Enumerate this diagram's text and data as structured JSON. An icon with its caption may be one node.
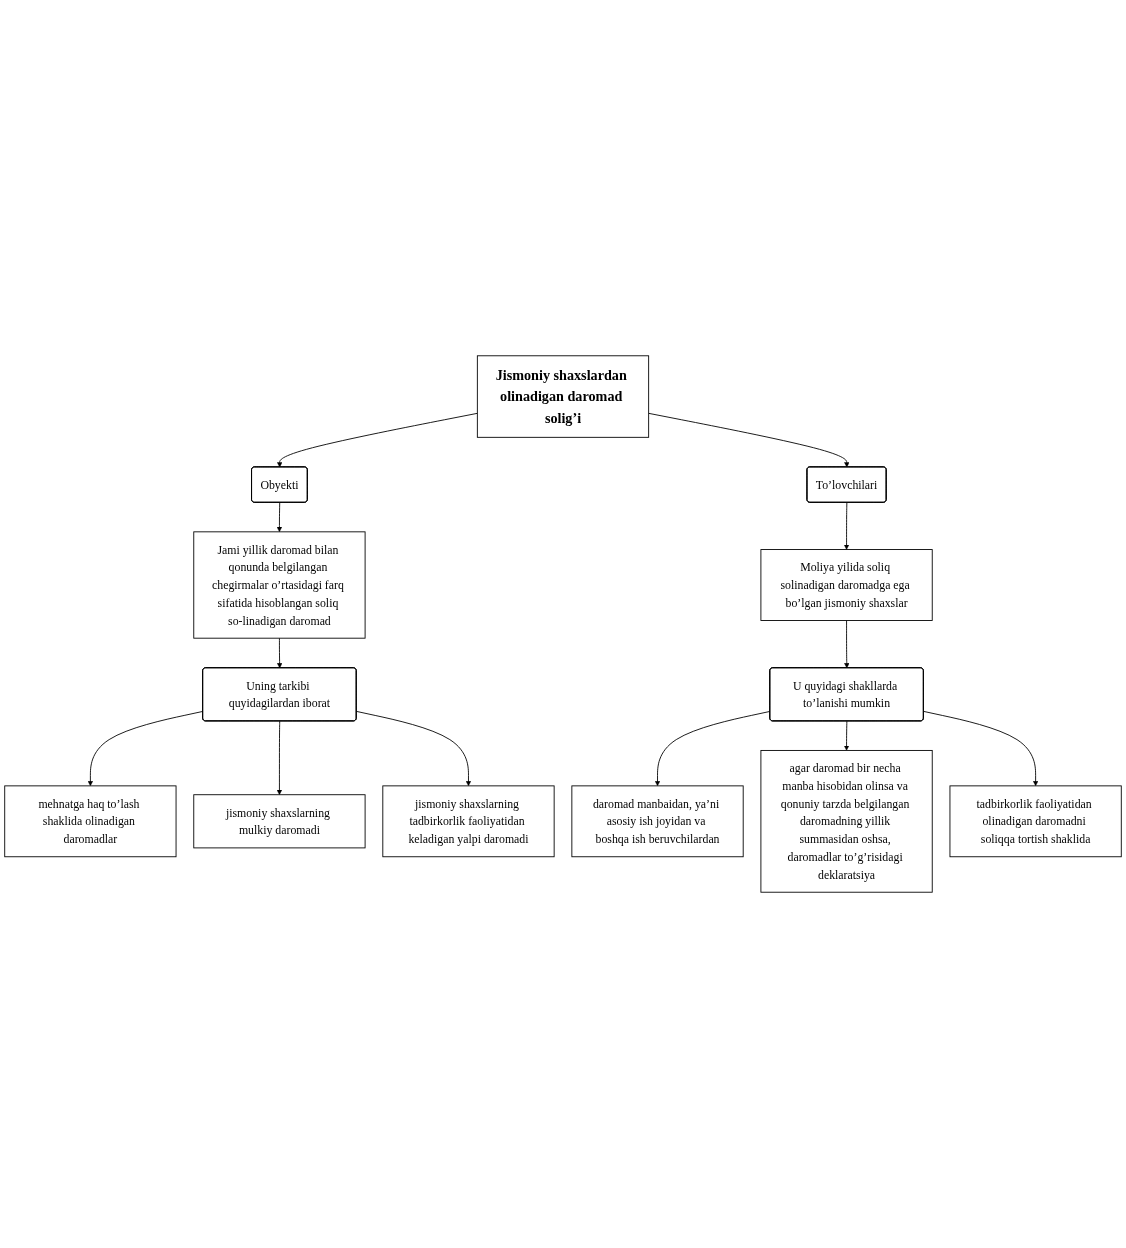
{
  "diagram": {
    "nodes": [
      {
        "text": [
          "Jismoniy shaxslardan olinadigan daromad solig’i"
        ]
      },
      {
        "text": [
          "Obyekti"
        ]
      },
      {
        "text": [
          "To’lovchilari"
        ]
      },
      {
        "text": [
          "Jami yillik daromad bilan qonunda belgilangan chegirmalar o’rtasidagi farq sifatida hisoblangan soliq so-linadigan daromad"
        ]
      },
      {
        "text": [
          "Moliya yilida soliq solinadigan daromadga ega bo’lgan jismoniy shaxslar"
        ]
      },
      {
        "text": [
          "Uning tarkibi quyidagilardan iborat"
        ]
      },
      {
        "text": [
          "U quyidagi shakllarda to’lanishi mumkin"
        ]
      },
      {
        "text": [
          "mehnatga haq to’lash shaklida olinadigan daromadlar"
        ]
      },
      {
        "text": [
          "daromad manbaidan, ya’ni asosiy ish joyidan va boshqa ish beruvchilardan"
        ]
      },
      {
        "text": [
          "jismoniy shaxslarning mulkiy daromadi"
        ]
      },
      {
        "text": [
          "agar daromad bir necha manba hisobidan olinsa va qonuniy tarzda belgilangan daromadning yillik summasidan oshsa, daromadlar to’g’risidagi deklaratsiya"
        ]
      },
      {
        "text": [
          "jismoniy shaxslarning tadbirkorlik faoliyatidan keladigan yalpi daromadi"
        ]
      },
      {
        "text": [
          "tadbirkorlik faoliyatidan olinadigan daromadni soliqqa tortish shaklida"
        ]
      }
    ],
    "edges": [
      {
        "from": 0,
        "to": 1,
        "arrow": "to"
      },
      {
        "from": 0,
        "to": 2,
        "arrow": "to"
      },
      {
        "from": 1,
        "to": 3,
        "arrow": "to"
      },
      {
        "from": 2,
        "to": 4,
        "arrow": "to"
      },
      {
        "from": 3,
        "to": 5,
        "arrow": "to"
      },
      {
        "from": 4,
        "to": 6,
        "arrow": "to"
      },
      {
        "from": 5,
        "to": 7,
        "arrow": "to"
      },
      {
        "from": 5,
        "to": 9,
        "arrow": "to"
      },
      {
        "from": 5,
        "to": 11,
        "arrow": "to"
      },
      {
        "from": 6,
        "to": 8,
        "arrow": "to"
      },
      {
        "from": 6,
        "to": 10,
        "arrow": "to"
      },
      {
        "from": 6,
        "to": 12,
        "arrow": "to"
      }
    ]
  }
}
